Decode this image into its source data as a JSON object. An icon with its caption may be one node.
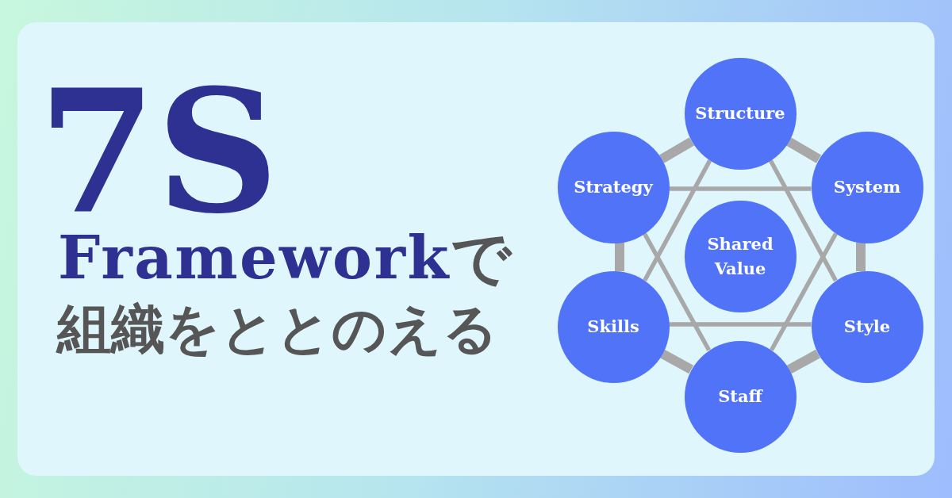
{
  "diagram": {
    "nodes": [
      {
        "text": [
          "Structure"
        ]
      },
      {
        "text": [
          "Strategy"
        ]
      },
      {
        "text": [
          "System"
        ]
      },
      {
        "text": [
          "Shared Value"
        ]
      },
      {
        "text": [
          "Skills"
        ]
      },
      {
        "text": [
          "Style"
        ]
      },
      {
        "text": [
          "Staff"
        ]
      }
    ],
    "edges": [
      {
        "from": 0,
        "to": 1,
        "arrow": "none",
        "style": "thick"
      },
      {
        "from": 0,
        "to": 2,
        "arrow": "none",
        "style": "thick"
      },
      {
        "from": 2,
        "to": 5,
        "arrow": "none",
        "style": "thick"
      },
      {
        "from": 5,
        "to": 6,
        "arrow": "none",
        "style": "thick"
      },
      {
        "from": 6,
        "to": 4,
        "arrow": "none",
        "style": "thick"
      },
      {
        "from": 4,
        "to": 1,
        "arrow": "none",
        "style": "thick"
      },
      {
        "from": 1,
        "to": 2,
        "arrow": "none"
      },
      {
        "from": 4,
        "to": 5,
        "arrow": "none"
      },
      {
        "from": 0,
        "to": 4,
        "arrow": "none"
      },
      {
        "from": 0,
        "to": 5,
        "arrow": "none"
      },
      {
        "from": 6,
        "to": 1,
        "arrow": "none"
      },
      {
        "from": 6,
        "to": 2,
        "arrow": "none"
      }
    ],
    "labels": [
      "7S",
      "Framework",
      "で",
      "組織をととのえる"
    ]
  }
}
